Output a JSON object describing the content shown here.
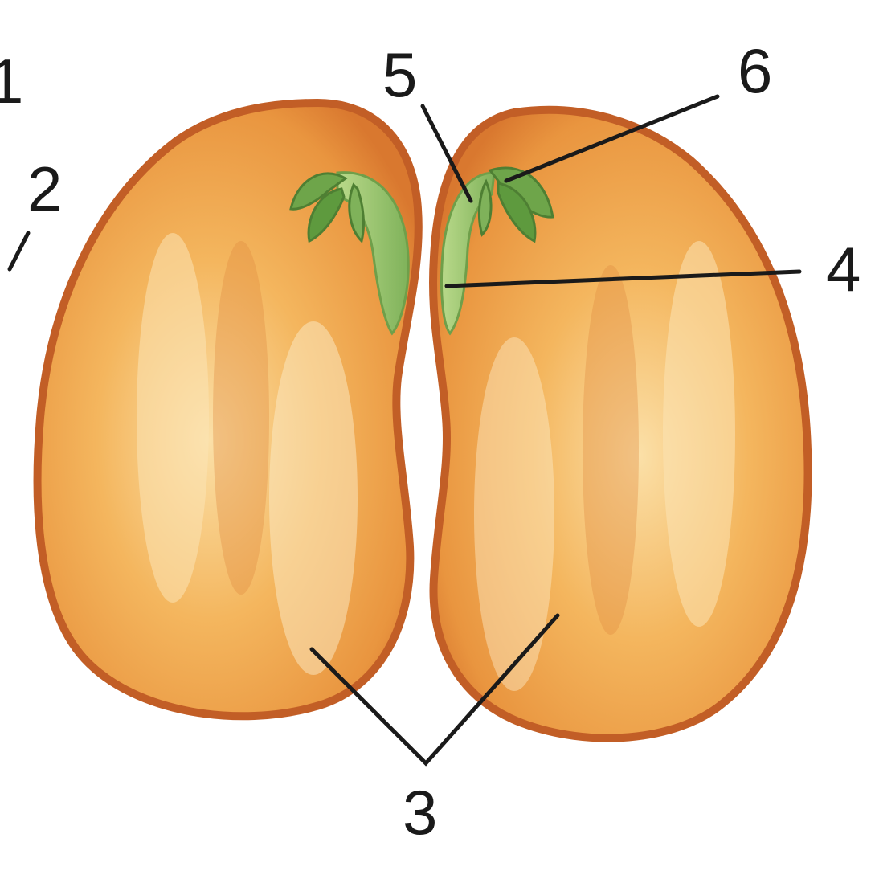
{
  "labels": {
    "l1": "1",
    "l2": "2",
    "l3": "3",
    "l4": "4",
    "l5": "5",
    "l6": "6"
  },
  "colors": {
    "seed_fill": "#f2b258",
    "seed_edge": "#c8622a",
    "seed_highlight": "#fbe3b4",
    "embryo_green": "#9cc774",
    "leaf_green": "#5e9a3e"
  }
}
